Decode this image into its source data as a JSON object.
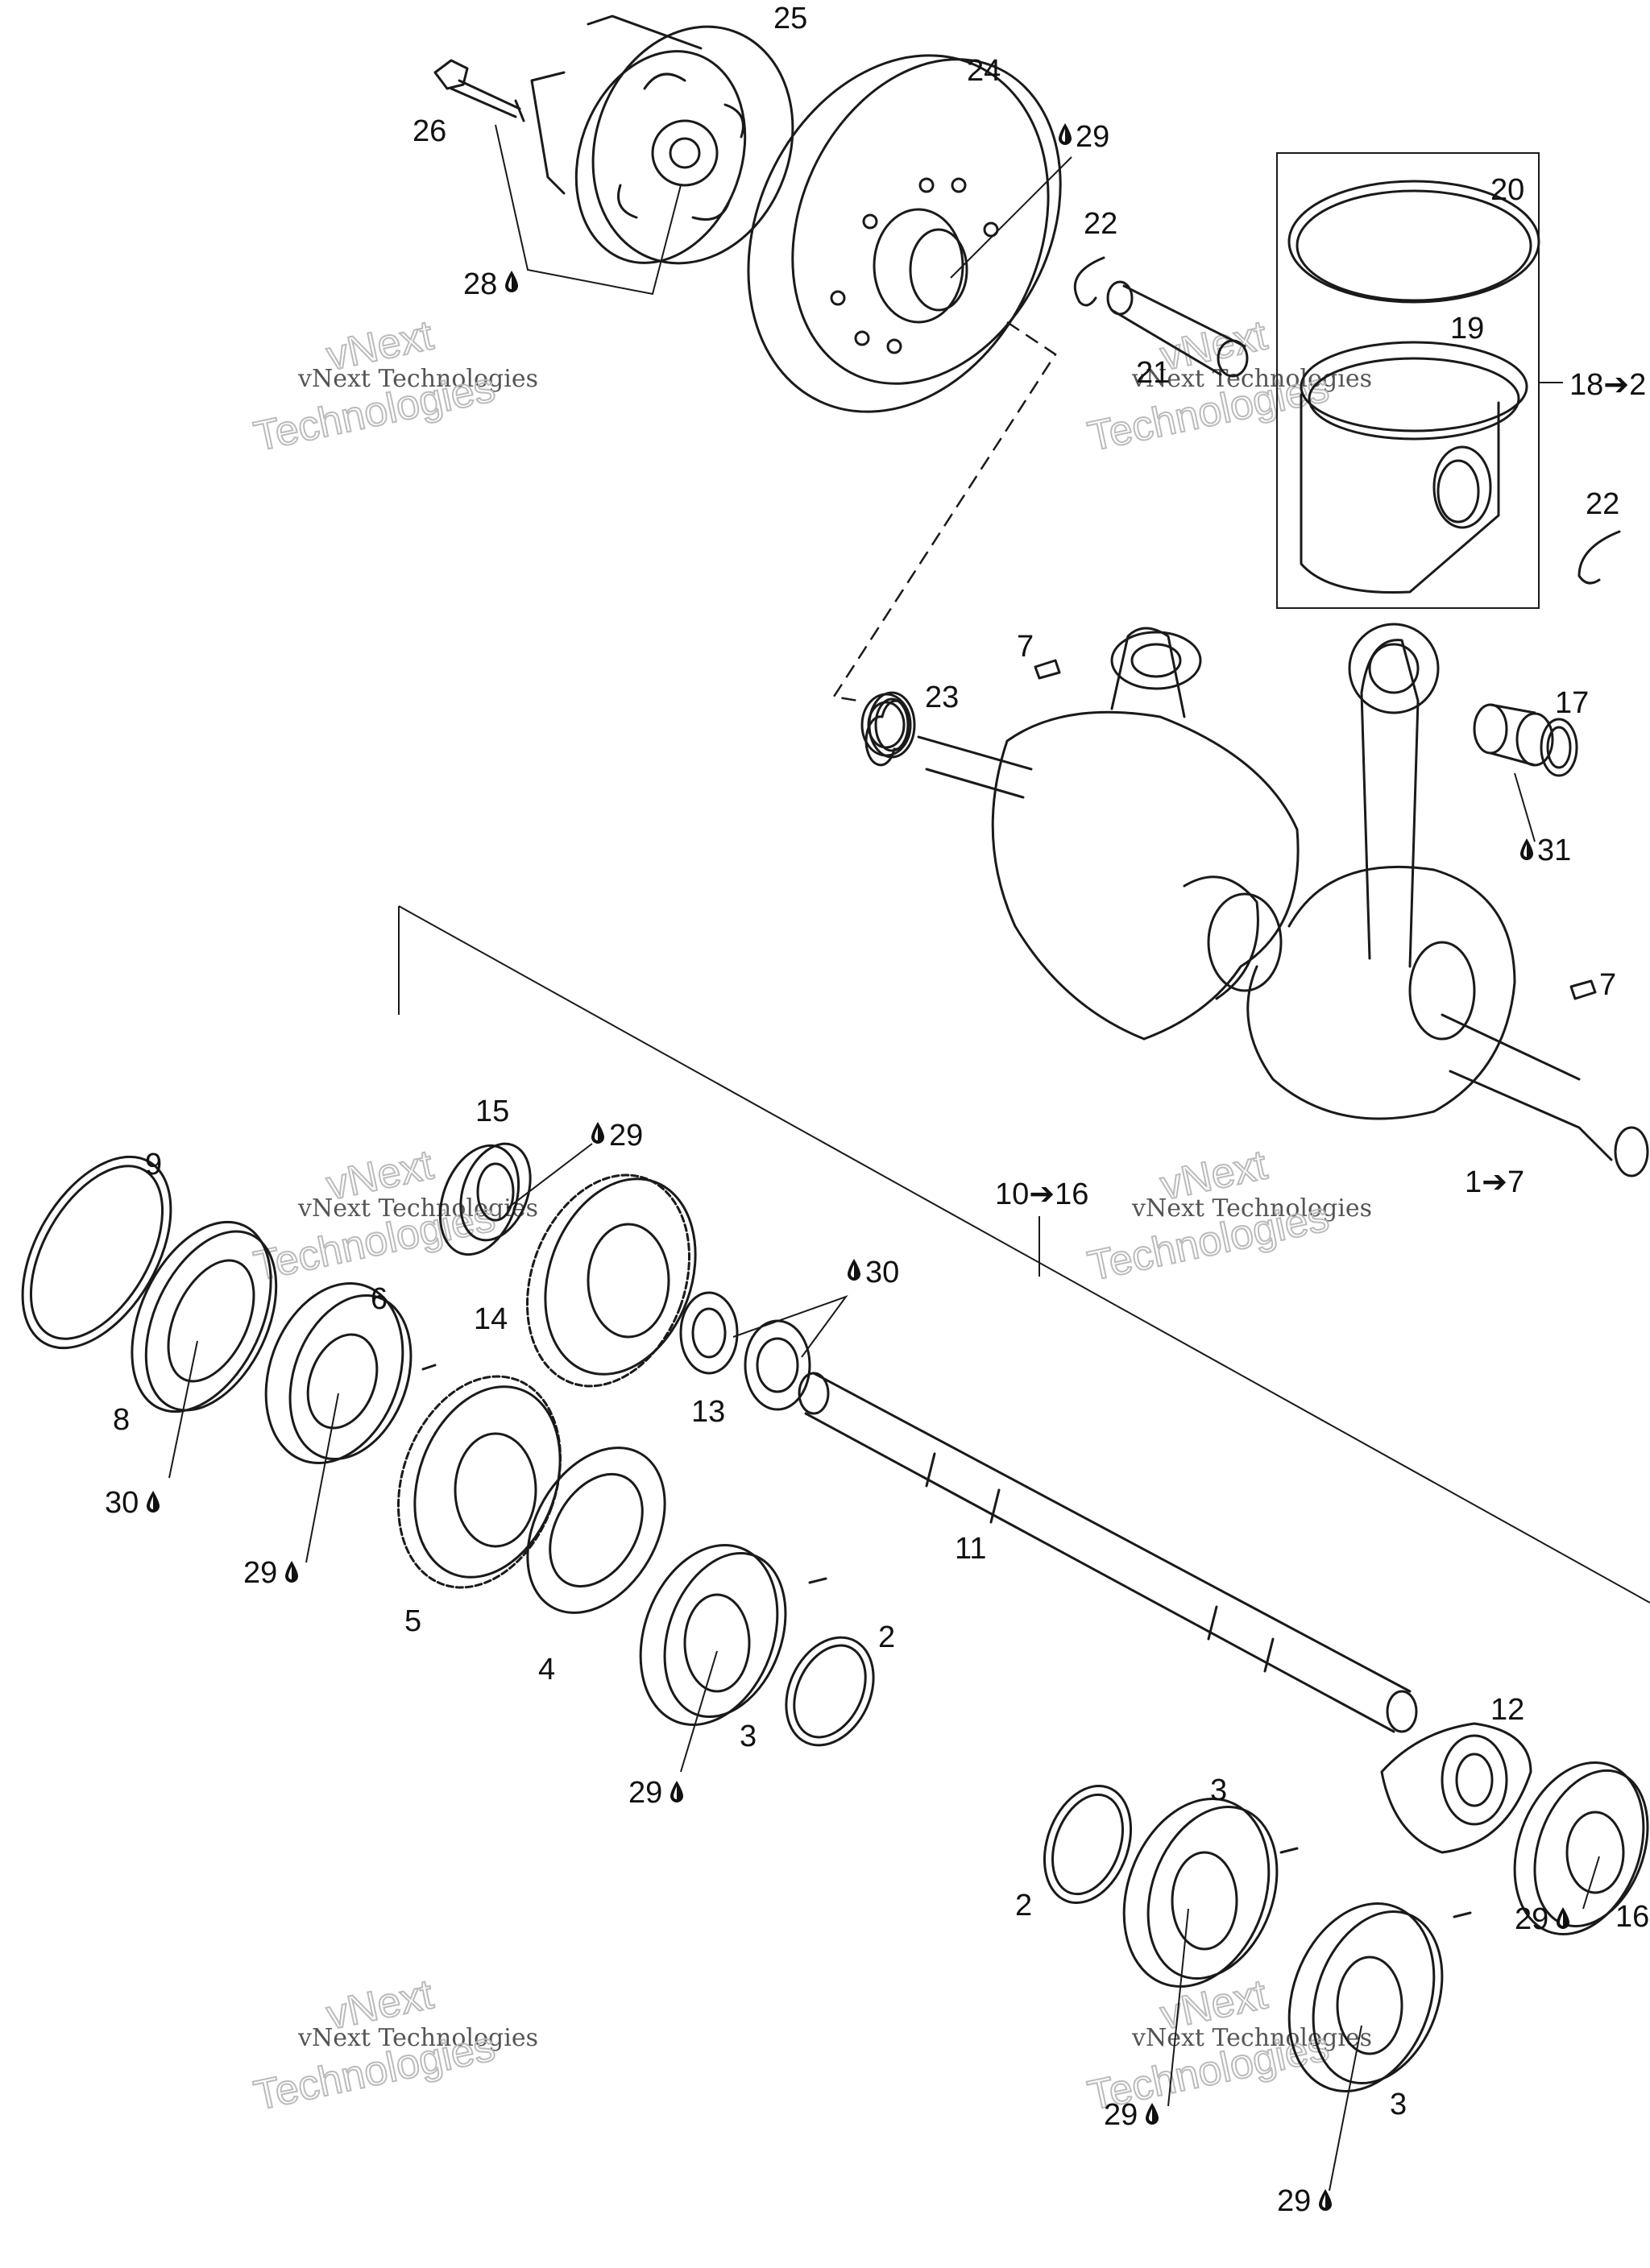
{
  "watermark": {
    "line1": "vNext Technologies",
    "line2": "vNext",
    "line3": "Technologies"
  },
  "callouts": {
    "c25": "25",
    "c24": "24",
    "c29a": "29",
    "c26": "26",
    "c28": "28",
    "c20": "20",
    "c22a": "22",
    "c21": "21",
    "c19": "19",
    "c18": "18➔2",
    "c22b": "22",
    "c7a": "7",
    "c23": "23",
    "c17": "17",
    "c31": "31",
    "c7b": "7",
    "c1": "1➔7",
    "c9": "9",
    "c15": "15",
    "c29b": "29",
    "c6": "6",
    "c14": "14",
    "c10": "10➔16",
    "c30a": "30",
    "c8": "8",
    "c30b": "30",
    "c13": "13",
    "c29c": "29",
    "c5": "5",
    "c11": "11",
    "c4": "4",
    "c2a": "2",
    "c3a": "3",
    "c29d": "29",
    "c12": "12",
    "c3b": "3",
    "c2b": "2",
    "c16": "16",
    "c29e": "29",
    "c29f": "29",
    "c3c": "3",
    "c29g": "29"
  },
  "icons": {
    "lubricant": "oil-drop-icon"
  }
}
